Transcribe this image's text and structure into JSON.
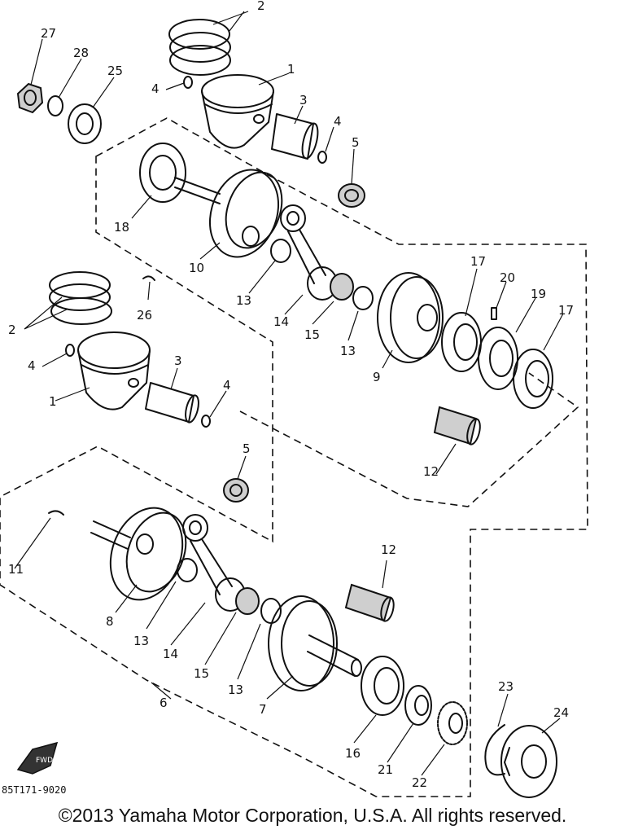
{
  "figure_code": "85T171-9020",
  "copyright": "©2013 Yamaha Motor Corporation, U.S.A. All rights reserved.",
  "labels": {
    "l1a": "1",
    "l1b": "1",
    "l2a": "2",
    "l2b": "2",
    "l3a": "3",
    "l3b": "3",
    "l4a": "4",
    "l4b": "4",
    "l4c": "4",
    "l4d": "4",
    "l5a": "5",
    "l5b": "5",
    "l6": "6",
    "l7": "7",
    "l8": "8",
    "l9": "9",
    "l10": "10",
    "l11": "11",
    "l12a": "12",
    "l12b": "12",
    "l13a": "13",
    "l13b": "13",
    "l13c": "13",
    "l13d": "13",
    "l14a": "14",
    "l14b": "14",
    "l15a": "15",
    "l15b": "15",
    "l16": "16",
    "l17a": "17",
    "l17b": "17",
    "l18": "18",
    "l19": "19",
    "l20": "20",
    "l21": "21",
    "l22": "22",
    "l23": "23",
    "l24": "24",
    "l25": "25",
    "l26": "26",
    "l27": "27",
    "l28": "28"
  }
}
